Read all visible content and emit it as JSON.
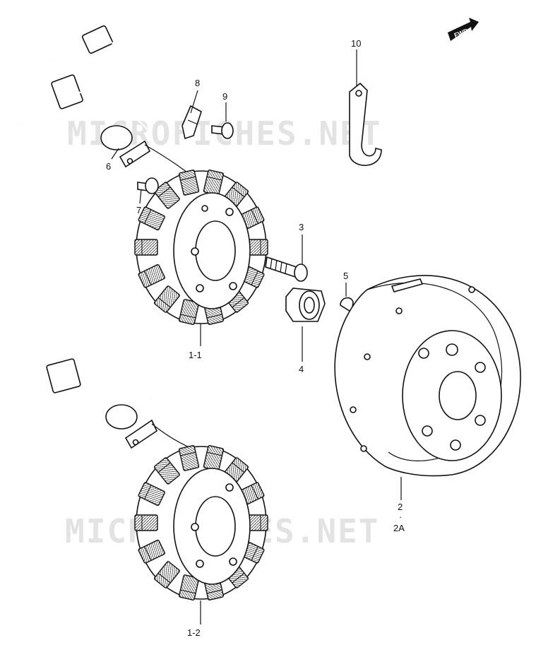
{
  "watermarks": [
    "MICROFICHES.NET",
    "MICROFICHES.NET"
  ],
  "fwd_badge": "FWD",
  "labels": {
    "p1_1": "1-1",
    "p1_2": "1-2",
    "p2": "2",
    "p2_dot": "·",
    "p2a": "2A",
    "p3": "3",
    "p4": "4",
    "p5": "5",
    "p6": "6",
    "p7": "7",
    "p8": "8",
    "p9": "9",
    "p10": "10"
  }
}
